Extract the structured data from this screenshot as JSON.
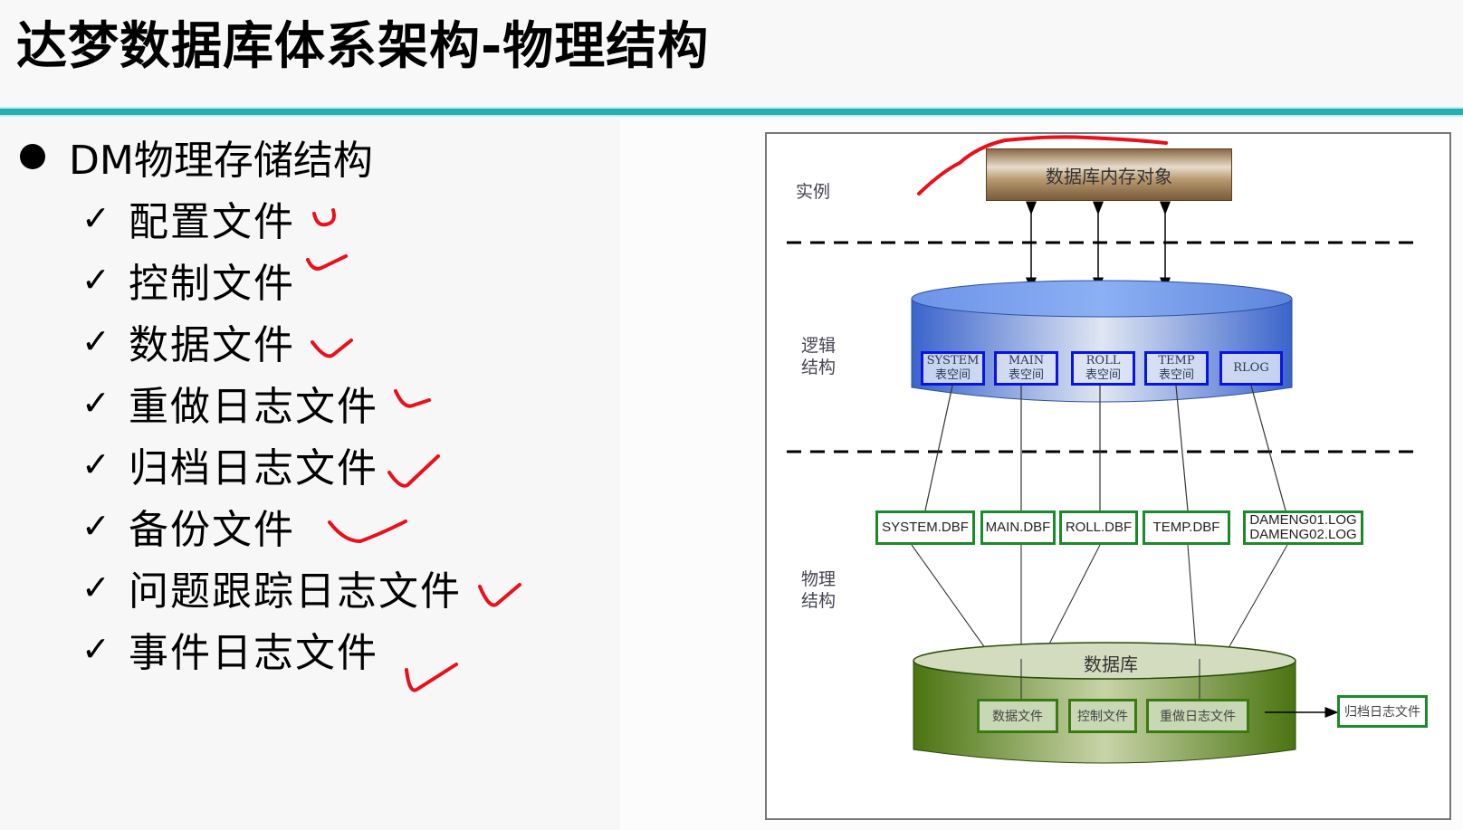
{
  "slide": {
    "title": "达梦数据库体系架构-物理结构",
    "accent_color": "#22b0b0"
  },
  "outline": {
    "heading": "DM物理存储结构",
    "bullet_icon": "filled-circle",
    "check_icon": "✓",
    "items": [
      {
        "label": "配置文件",
        "annotated": true
      },
      {
        "label": "控制文件",
        "annotated": true
      },
      {
        "label": "数据文件",
        "annotated": true
      },
      {
        "label": "重做日志文件",
        "annotated": true
      },
      {
        "label": "归档日志文件",
        "annotated": true
      },
      {
        "label": "备份文件",
        "annotated": true
      },
      {
        "label": "问题跟踪日志文件",
        "annotated": true
      },
      {
        "label": "事件日志文件",
        "annotated": true
      }
    ],
    "annotation_color": "#e8101a"
  },
  "diagram": {
    "layers": {
      "instance": "实例",
      "logical": [
        "逻辑",
        "结构"
      ],
      "physical": [
        "物理",
        "结构"
      ]
    },
    "memory_object": "数据库内存对象",
    "tablespaces": [
      {
        "name": "SYSTEM",
        "sub": "表空间"
      },
      {
        "name": "MAIN",
        "sub": "表空间"
      },
      {
        "name": "ROLL",
        "sub": "表空间"
      },
      {
        "name": "TEMP",
        "sub": "表空间"
      },
      {
        "name": "RLOG",
        "sub": ""
      }
    ],
    "physical_files": [
      {
        "lines": [
          "SYSTEM.DBF"
        ]
      },
      {
        "lines": [
          "MAIN.DBF"
        ]
      },
      {
        "lines": [
          "ROLL.DBF"
        ]
      },
      {
        "lines": [
          "TEMP.DBF"
        ]
      },
      {
        "lines": [
          "DAMENG01.LOG",
          "DAMENG02.LOG"
        ]
      }
    ],
    "database_label": "数据库",
    "database_files": [
      "数据文件",
      "控制文件",
      "重做日志文件"
    ],
    "archive_file": "归档日志文件",
    "colors": {
      "tablespace_border": "#0a14e0",
      "file_border": "#1a8a2a",
      "logical_cylinder": "#4a78d8",
      "database_cylinder": "#4e7a18"
    }
  }
}
